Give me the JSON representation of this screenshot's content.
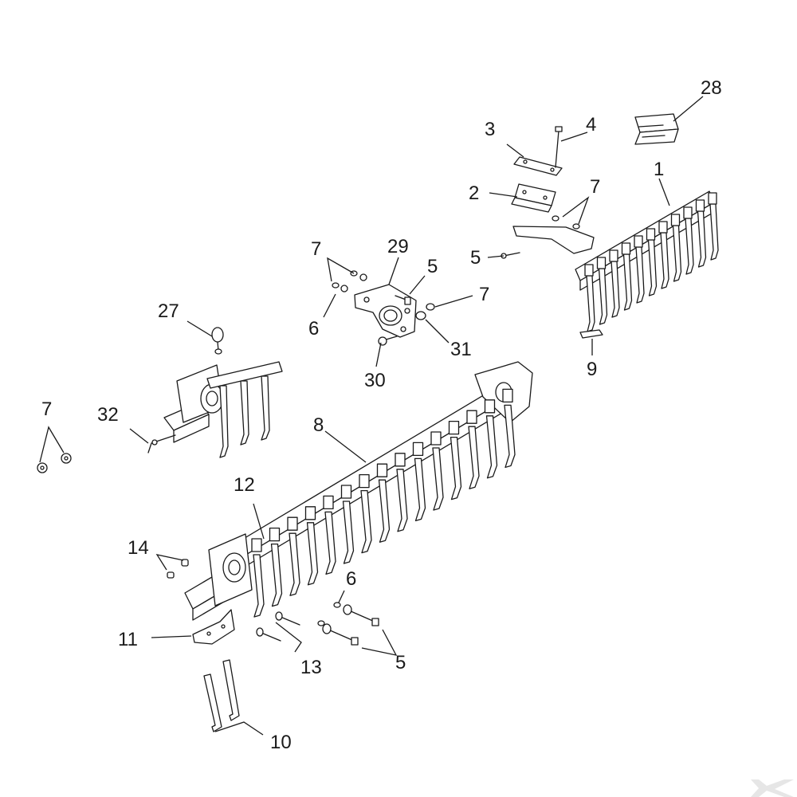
{
  "callouts": {
    "c1": "1",
    "c2": "2",
    "c3": "3",
    "c4": "4",
    "c5a": "5",
    "c5b": "5",
    "c5c": "5",
    "c6a": "6",
    "c6b": "6",
    "c7a": "7",
    "c7b": "7",
    "c7c": "7",
    "c7d": "7",
    "c8": "8",
    "c9": "9",
    "c10": "10",
    "c11": "11",
    "c12": "12",
    "c13": "13",
    "c14": "14",
    "c27": "27",
    "c28": "28",
    "c29": "29",
    "c30": "30",
    "c31": "31",
    "c32": "32"
  },
  "icons": {
    "watermark": "k-logo-icon"
  },
  "colors": {
    "line": "#1a1a1a",
    "background": "#ffffff",
    "watermark": "#e6e6e6"
  }
}
